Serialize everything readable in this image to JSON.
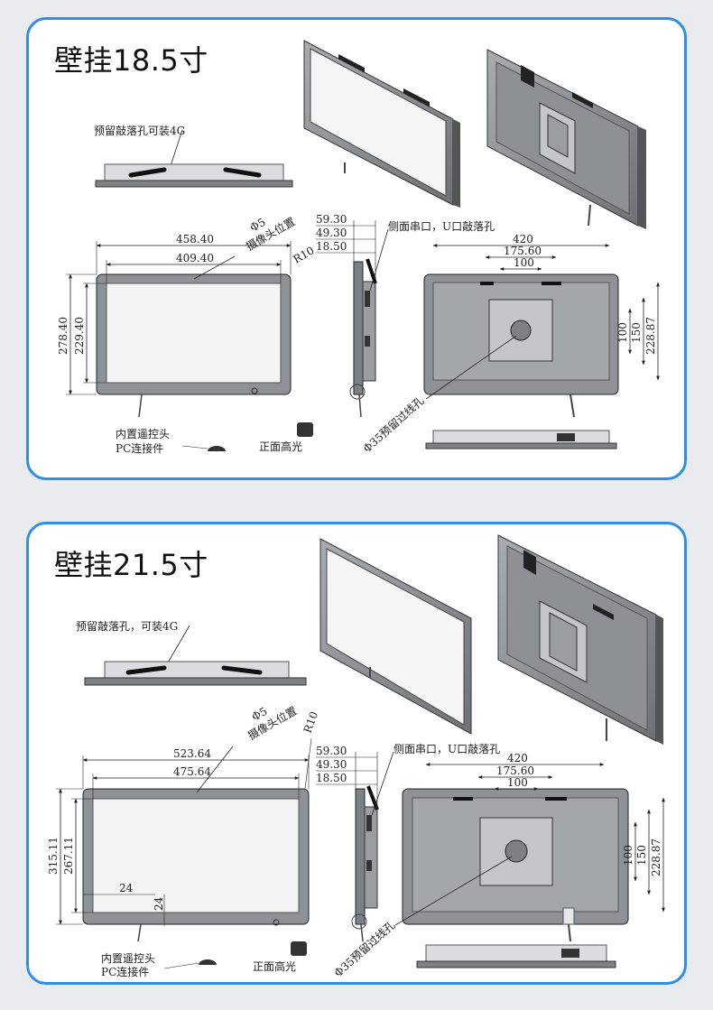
{
  "colors": {
    "panel_border": "#2f8fe8",
    "page_bg": "#e9ebee",
    "metal": "#8c8f93",
    "screen": "#f4f4f4",
    "screen_dark": "#c9cbce"
  },
  "panels": [
    {
      "title": "壁挂18.5寸",
      "front": {
        "width_outer": "458.40",
        "width_inner": "409.40",
        "height_outer": "278.40",
        "height_inner": "229.40",
        "corner_radius": "R10",
        "camera_note": "Φ5\n摄像头位置",
        "camera_note_l1": "Φ5",
        "camera_note_l2": "摄像头位置"
      },
      "top_note": "预留敲落孔可装4G",
      "side": {
        "d1": "59.30",
        "d2": "49.30",
        "d3": "18.50",
        "note": "侧面串口，U口敲落孔"
      },
      "back": {
        "w1": "420",
        "w2": "175.60",
        "w3": "100",
        "h1": "100",
        "h2": "150",
        "h3": "228.87",
        "cable_note": "Φ35预留过线孔"
      },
      "remote_note_l1": "内置遥控头",
      "remote_note_l2": "PC连接件",
      "gloss_note": "正面高光"
    },
    {
      "title": "壁挂21.5寸",
      "front": {
        "width_outer": "523.64",
        "width_inner": "475.64",
        "height_outer": "315.11",
        "height_inner": "267.11",
        "corner_radius": "R10",
        "camera_note_l1": "Φ5",
        "camera_note_l2": "摄像头位置",
        "bezel_h": "24",
        "bezel_v": "24"
      },
      "top_note": "预留敲落孔，可装4G",
      "side": {
        "d1": "59.30",
        "d2": "49.30",
        "d3": "18.50",
        "note": "侧面串口，U口敲落孔"
      },
      "back": {
        "w1": "420",
        "w2": "175.60",
        "w3": "100",
        "h1": "100",
        "h2": "150",
        "h3": "228.87",
        "cable_note": "Φ35预留过线孔"
      },
      "remote_note_l1": "内置遥控头",
      "remote_note_l2": "PC连接件",
      "gloss_note": "正面高光"
    }
  ]
}
